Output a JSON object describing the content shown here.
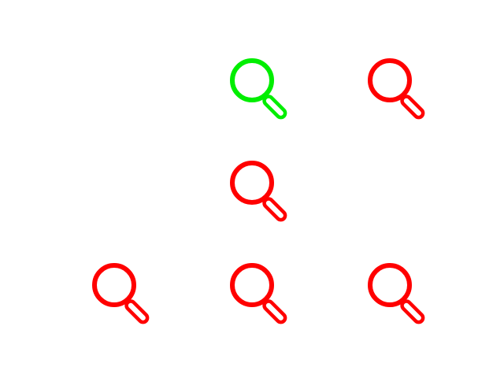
{
  "grid": {
    "rows": 3,
    "columns": 3,
    "cells": [
      [
        {
          "present": false
        },
        {
          "present": true,
          "icon": "search-icon",
          "color": "#00ee00",
          "state": "selected"
        },
        {
          "present": true,
          "icon": "search-icon",
          "color": "#ff0000",
          "state": "default"
        }
      ],
      [
        {
          "present": false
        },
        {
          "present": true,
          "icon": "search-icon",
          "color": "#ff0000",
          "state": "default"
        },
        {
          "present": false
        }
      ],
      [
        {
          "present": true,
          "icon": "search-icon",
          "color": "#ff0000",
          "state": "default"
        },
        {
          "present": true,
          "icon": "search-icon",
          "color": "#ff0000",
          "state": "default"
        },
        {
          "present": true,
          "icon": "search-icon",
          "color": "#ff0000",
          "state": "default"
        }
      ]
    ]
  },
  "colors": {
    "background": "#ffffff",
    "selected": "#00ee00",
    "default": "#ff0000"
  }
}
